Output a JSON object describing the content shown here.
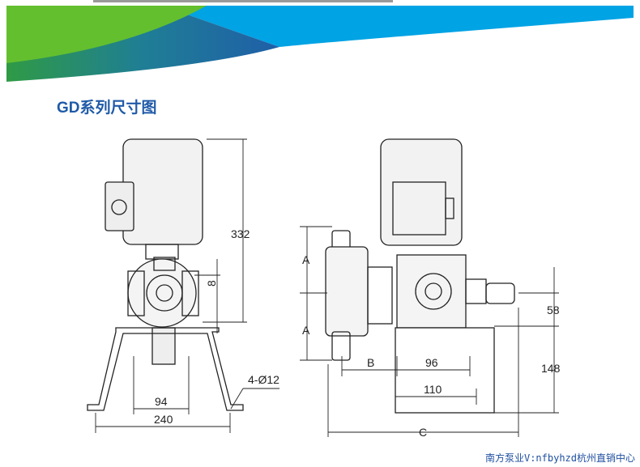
{
  "title": "GD系列尺寸图",
  "watermark": "南方泵业V:nfbyhzd杭州直销中心",
  "colors": {
    "title": "#1f5aa8",
    "green": "#63bf2e",
    "blue": "#00a3e4",
    "dark": "#1f5f9e"
  },
  "left_view": {
    "dim_height": "332",
    "dim_offset": "8",
    "dim_holes": "4-Ø12",
    "dim_inner": "94",
    "dim_width": "240"
  },
  "right_view": {
    "dim_a1": "A",
    "dim_a2": "A",
    "dim_b": "B",
    "dim_96": "96",
    "dim_110": "110",
    "dim_c": "C",
    "dim_58": "58",
    "dim_148": "148"
  }
}
